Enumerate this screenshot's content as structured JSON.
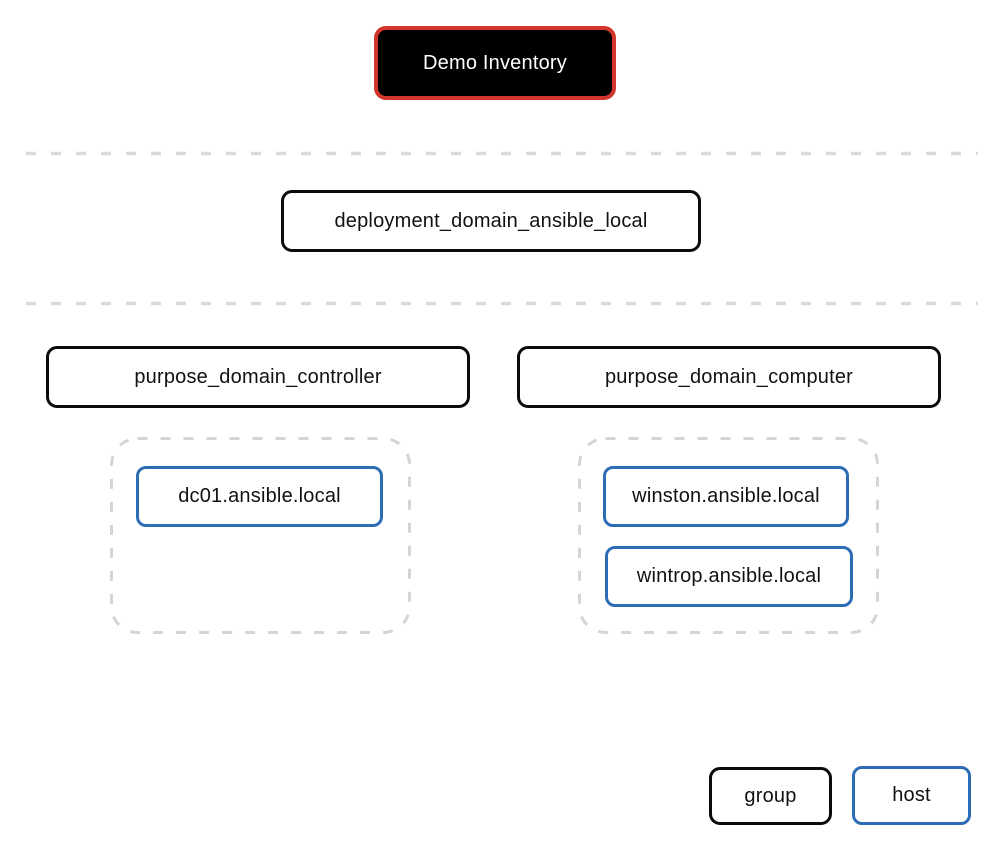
{
  "diagram": {
    "inventory_label": "Demo Inventory",
    "deployment_group_label": "deployment_domain_ansible_local",
    "purpose_groups": [
      {
        "label": "purpose_domain_controller",
        "hosts": [
          "dc01.ansible.local"
        ]
      },
      {
        "label": "purpose_domain_computer",
        "hosts": [
          "winston.ansible.local",
          "wintrop.ansible.local"
        ]
      }
    ],
    "legend": {
      "group": "group",
      "host": "host"
    },
    "colors": {
      "inventory_border": "#d2352b",
      "inventory_fill": "#000000",
      "inventory_text": "#ffffff",
      "group_border": "#0b0b0b",
      "host_border": "#2e6cb5",
      "separator": "#dadada",
      "cluster_border": "#d5d5d5"
    }
  }
}
